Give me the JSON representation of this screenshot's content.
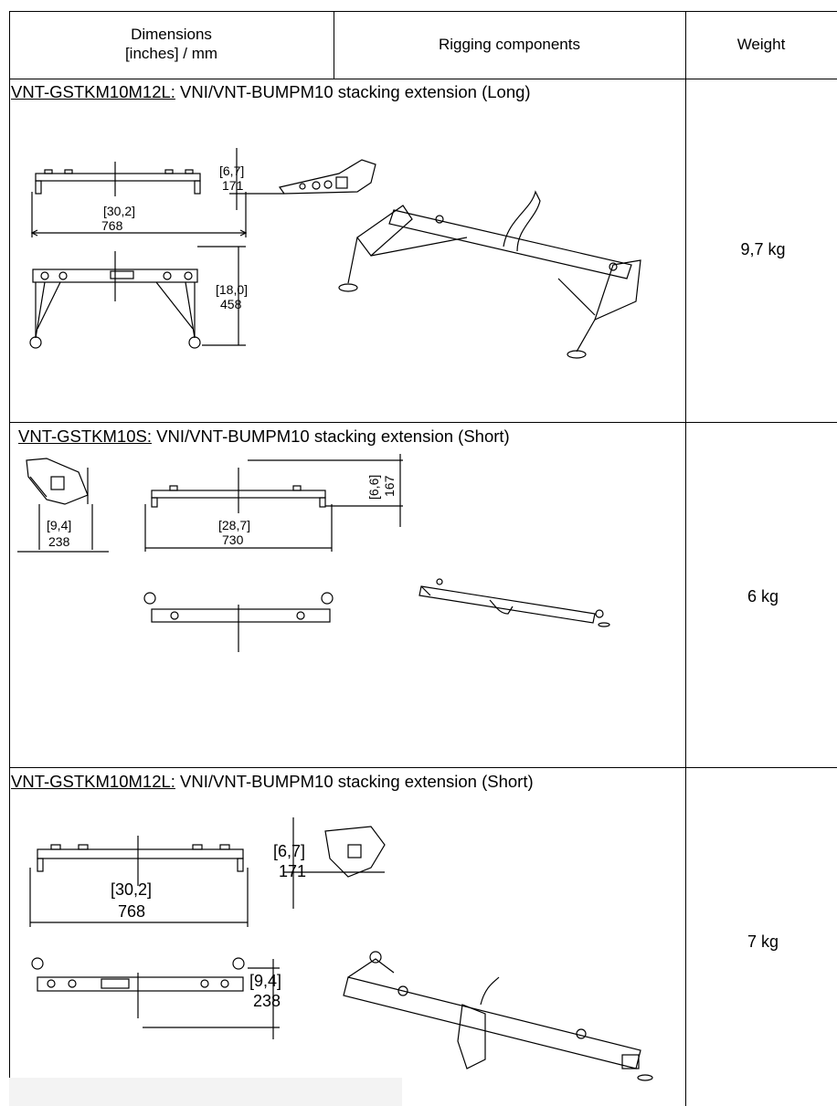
{
  "header": {
    "dimensions_line1": "Dimensions",
    "dimensions_line2": "[inches] / mm",
    "rigging": "Rigging components",
    "weight": "Weight"
  },
  "rows": [
    {
      "code": "VNT-GSTKM10M12L:",
      "description": " VNI/VNT-BUMPM10 stacking extension (Long)",
      "weight": "9,7 kg",
      "dims": {
        "a_in": "[30,2]",
        "a_mm": "768",
        "b_in": "[6,7]",
        "b_mm": "171",
        "c_in": "[18,0]",
        "c_mm": "458"
      }
    },
    {
      "code": "VNT-GSTKM10S:",
      "description": " VNI/VNT-BUMPM10 stacking extension (Short)",
      "weight": "6 kg",
      "dims": {
        "a_in": "[9,4]",
        "a_mm": "238",
        "b_in": "[28,7]",
        "b_mm": "730",
        "c_in": "[6,6]",
        "c_mm": "167"
      }
    },
    {
      "code": "VNT-GSTKM10M12L:",
      "description": " VNI/VNT-BUMPM10 stacking extension (Short)",
      "weight": "7 kg",
      "dims": {
        "a_in": "[30,2]",
        "a_mm": "768",
        "b_in": "[6,7]",
        "b_mm": "171",
        "c_in": "[9,4]",
        "c_mm": "238"
      }
    }
  ]
}
